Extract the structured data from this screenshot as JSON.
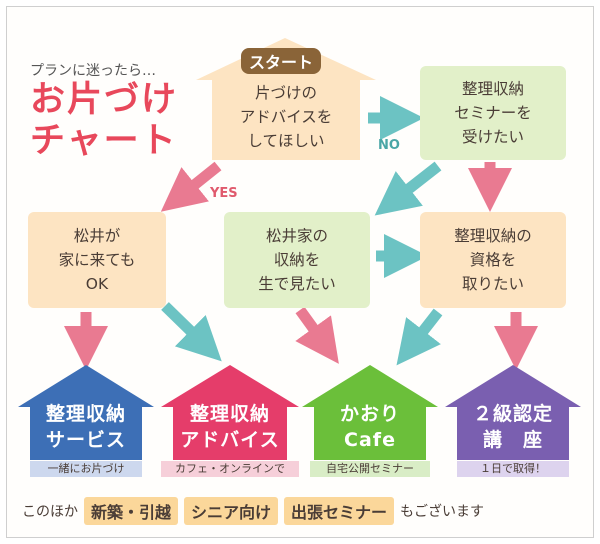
{
  "header": {
    "subtitle": "プランに迷ったら…",
    "title_line1": "お片づけ",
    "title_line2": "チャート"
  },
  "start": {
    "badge": "スタート",
    "text": "片づけの\nアドバイスを\nしてほしい"
  },
  "labels": {
    "yes": "YES",
    "no": "NO"
  },
  "nodes": {
    "seminar": "整理収納\nセミナーを\n受けたい",
    "visit": "松井が\n家に来ても\nOK",
    "see": "松井家の\n収納を\n生で見たい",
    "qualify": "整理収納の\n資格を\n取りたい"
  },
  "outcomes": [
    {
      "title": "整理収納\nサービス",
      "strip": "一緒にお片づけ",
      "color": "#3d6fb6"
    },
    {
      "title": "整理収納\nアドバイス",
      "strip": "カフェ・オンラインで",
      "color": "#e53d6a"
    },
    {
      "title": "かおり\nCafe",
      "strip": "自宅公開セミナー",
      "color": "#6bbf3a"
    },
    {
      "title": "２級認定\n講　座",
      "strip": "１日で取得！",
      "color": "#7a5fb0"
    }
  ],
  "footer": {
    "prefix": "このほか",
    "tags": [
      "新築・引越",
      "シニア向け",
      "出張セミナー"
    ],
    "suffix": "もございます"
  },
  "colors": {
    "peach": "#fde4c2",
    "green": "#e2f0c9",
    "pink_arrow": "#e97a91",
    "teal_arrow": "#6cc3c3",
    "brown": "#8a6438"
  }
}
